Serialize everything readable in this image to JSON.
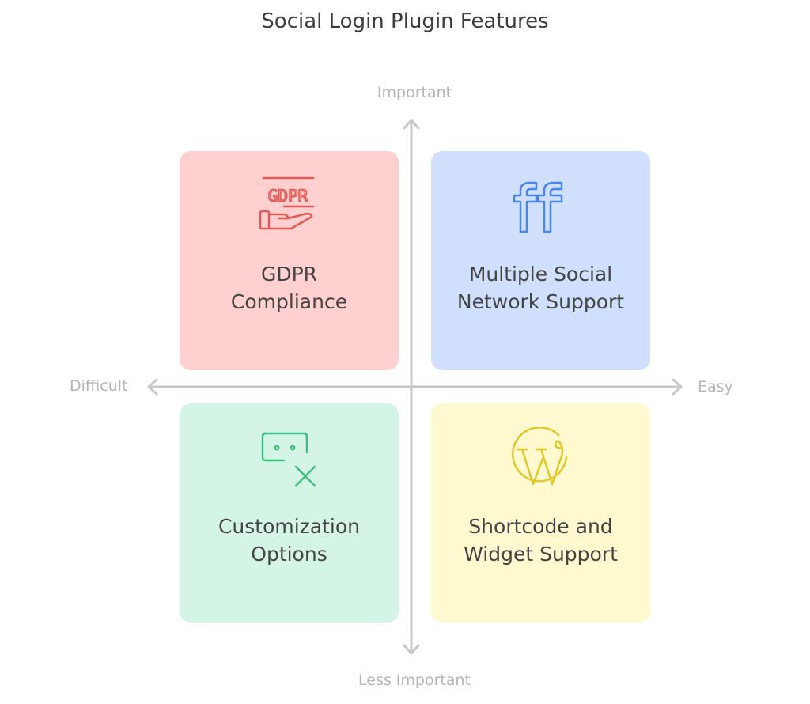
{
  "title": "Social Login Plugin Features",
  "axes": {
    "top": "Important",
    "bottom": "Less Important",
    "left": "Difficult",
    "right": "Easy"
  },
  "quadrants": [
    {
      "label_line1": "GDPR",
      "label_line2": "Compliance",
      "icon": "gdpr-hand-icon",
      "bg": "#ffd0cf",
      "fg": "#e05a56"
    },
    {
      "label_line1": "Multiple Social",
      "label_line2": "Network Support",
      "icon": "ff-icon",
      "bg": "#cfdffc",
      "fg": "#4a86e8"
    },
    {
      "label_line1": "Customization",
      "label_line2": "Options",
      "icon": "customize-x-icon",
      "bg": "#d4f5e6",
      "fg": "#3ec07f"
    },
    {
      "label_line1": "Shortcode and",
      "label_line2": "Widget Support",
      "icon": "wordpress-icon",
      "bg": "#fef9cf",
      "fg": "#e2c72a"
    }
  ]
}
